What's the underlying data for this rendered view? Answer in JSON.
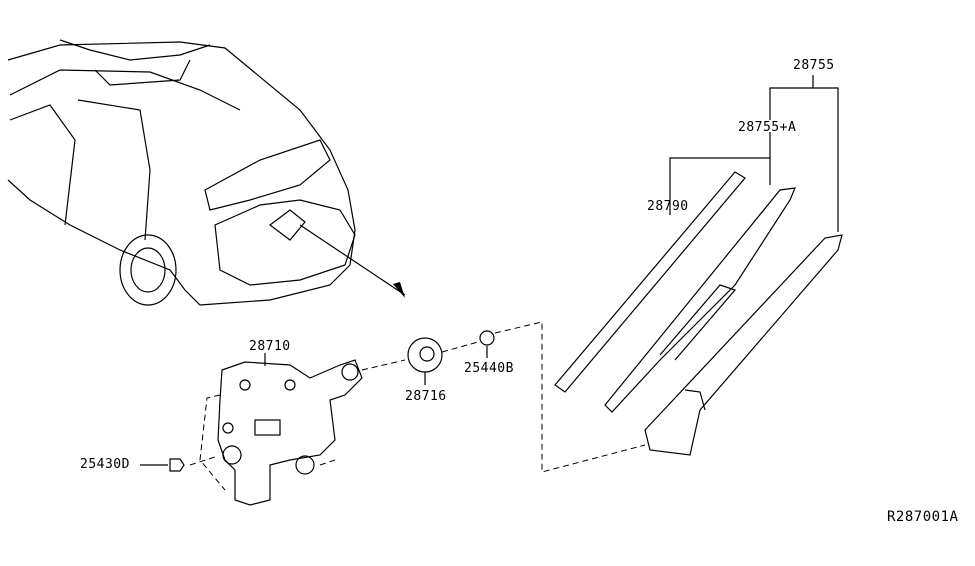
{
  "diagram_id": "R287001A",
  "parts": [
    {
      "number": "28755"
    },
    {
      "number": "28755+A"
    },
    {
      "number": "28790"
    },
    {
      "number": "28710"
    },
    {
      "number": "28716"
    },
    {
      "number": "25440B"
    },
    {
      "number": "25430D"
    }
  ]
}
